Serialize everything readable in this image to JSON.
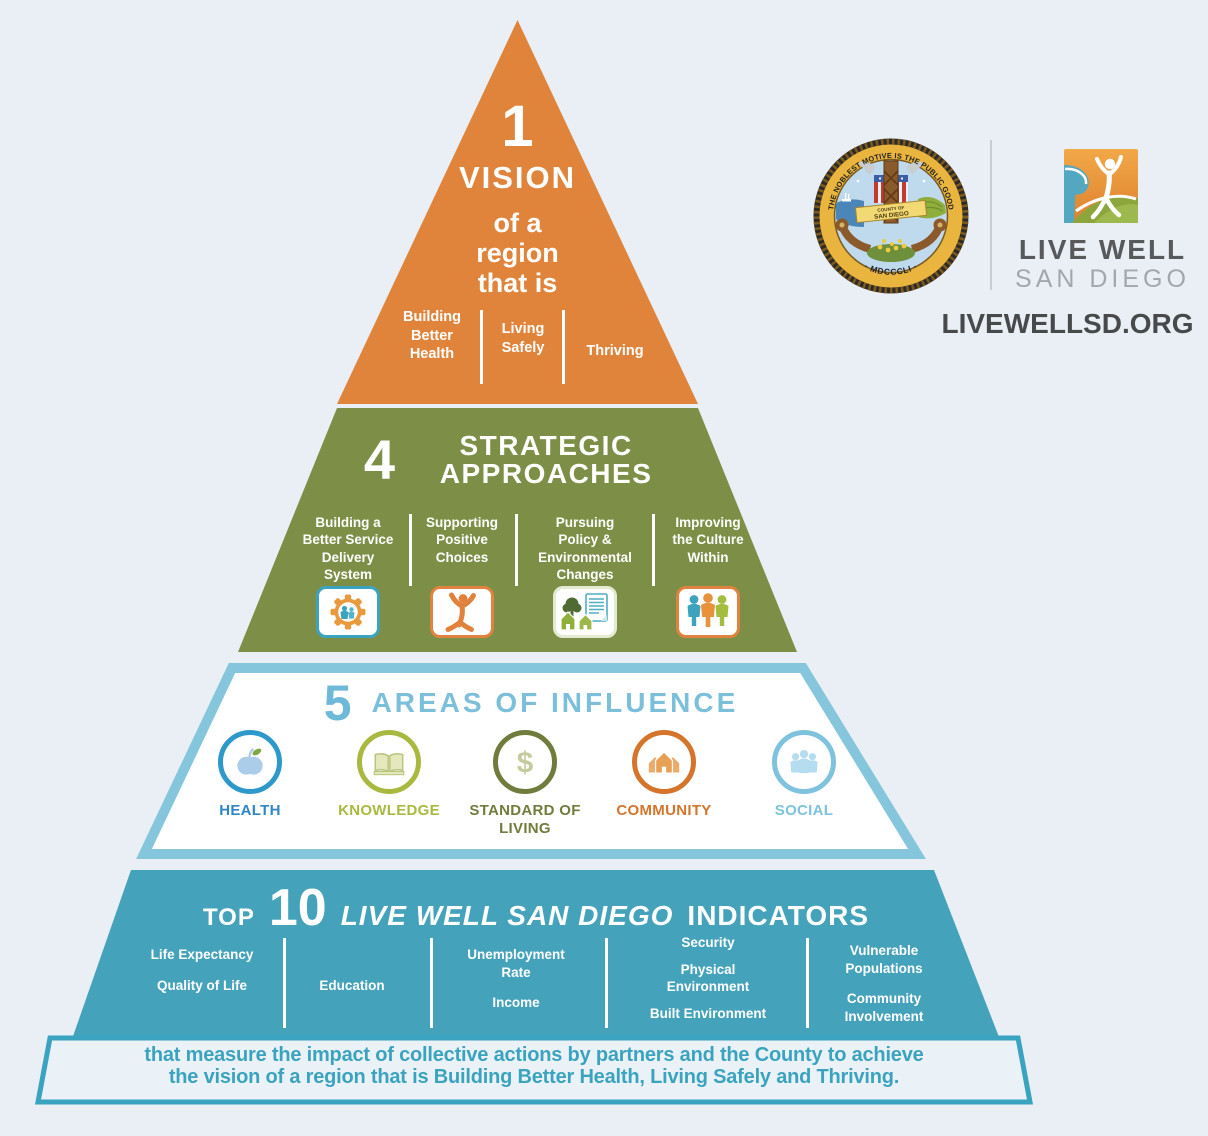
{
  "colors": {
    "background": "#E9EFF4",
    "vision-orange": "#E0843C",
    "approaches-olive": "#7D8F47",
    "influence-border": "#85C6DC",
    "influence-number": "#6FB9D8",
    "influence-title": "#7CBFDB",
    "indicators-teal": "#45A2BB",
    "footer-teal": "#3AA3BF",
    "footer-fill": "#EBF2F7",
    "health-blue": "#2E86C5",
    "health-ring": "#2D99CB",
    "knowledge-green": "#A9B93F",
    "standard-olive": "#6F7C3C",
    "community-orange": "#D4752B",
    "social-blue": "#7EC2DE",
    "logo-dark-gray": "#58595B",
    "logo-light-gray": "#A4A7AA",
    "website-gray": "#48494B"
  },
  "vision": {
    "number": "1",
    "title": "VISION",
    "subtitle": "of a region that is",
    "items": [
      "Building Better Health",
      "Living Safely",
      "Thriving"
    ]
  },
  "approaches": {
    "number": "4",
    "title": "STRATEGIC APPROACHES",
    "items": [
      {
        "label": "Building a Better Service Delivery System",
        "icon": "gear-people-icon"
      },
      {
        "label": "Supporting Positive Choices",
        "icon": "active-person-icon"
      },
      {
        "label": "Pursuing Policy & Environmental Changes",
        "icon": "policy-environment-icon"
      },
      {
        "label": "Improving the Culture Within",
        "icon": "people-group-icon"
      }
    ]
  },
  "areas": {
    "number": "5",
    "title": "AREAS OF INFLUENCE",
    "items": [
      {
        "label": "HEALTH",
        "icon": "apple-icon"
      },
      {
        "label": "KNOWLEDGE",
        "icon": "open-book-icon"
      },
      {
        "label": "STANDARD OF LIVING",
        "icon": "dollar-icon"
      },
      {
        "label": "COMMUNITY",
        "icon": "houses-icon"
      },
      {
        "label": "SOCIAL",
        "icon": "people-icon"
      }
    ]
  },
  "indicators": {
    "top": "TOP",
    "number": "10",
    "brand": "LIVE WELL SAN DIEGO",
    "rest": "INDICATORS",
    "columns": [
      [
        "Life Expectancy",
        "Quality of Life"
      ],
      [
        "Education"
      ],
      [
        "Unemployment Rate",
        "Income"
      ],
      [
        "Security",
        "Physical Environment",
        "Built Environment"
      ],
      [
        "Vulnerable Populations",
        "Community Involvement"
      ]
    ]
  },
  "footer": {
    "lines": [
      "that measure the impact of collective actions by partners and the County to achieve",
      "the vision of a region that is Building Better Health, Living Safely and Thriving."
    ]
  },
  "branding": {
    "seal": {
      "ring_text": "THE NOBLEST MOTIVE IS THE PUBLIC GOOD",
      "year": "· MDCCCLI ·",
      "banner_top": "COUNTY OF",
      "banner_bottom": "SAN DIEGO"
    },
    "logo_line1": "LIVE WELL",
    "logo_line2": "SAN DIEGO",
    "website": "LIVEWELLSD.ORG"
  }
}
